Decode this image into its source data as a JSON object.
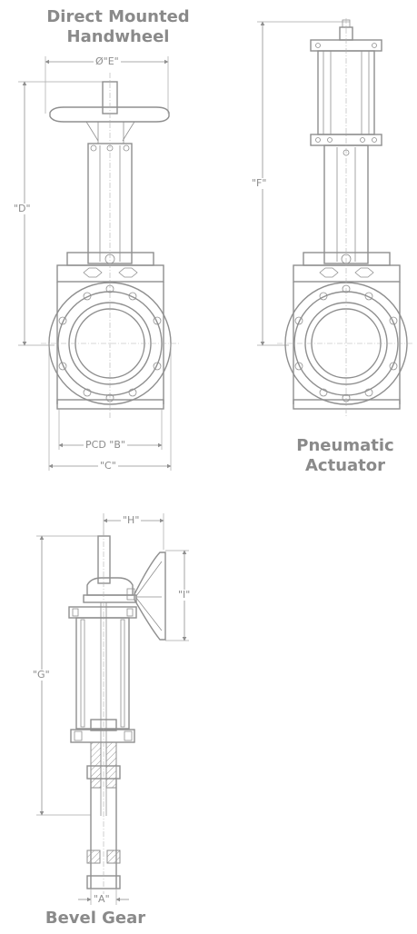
{
  "titles": {
    "handwheel": [
      "Direct Mounted",
      "Handwheel"
    ],
    "pneumatic": [
      "Pneumatic",
      "Actuator"
    ],
    "bevel": "Bevel Gear"
  },
  "dimensions": {
    "E": "Ø\"E\"",
    "D": "\"D\"",
    "B": "PCD \"B\"",
    "C": "\"C\"",
    "F": "\"F\"",
    "H": "\"H\"",
    "I": "\"I\"",
    "G": "\"G\"",
    "A": "\"A\""
  },
  "colors": {
    "line": "#8f8f8f",
    "text": "#8a8a8a"
  }
}
